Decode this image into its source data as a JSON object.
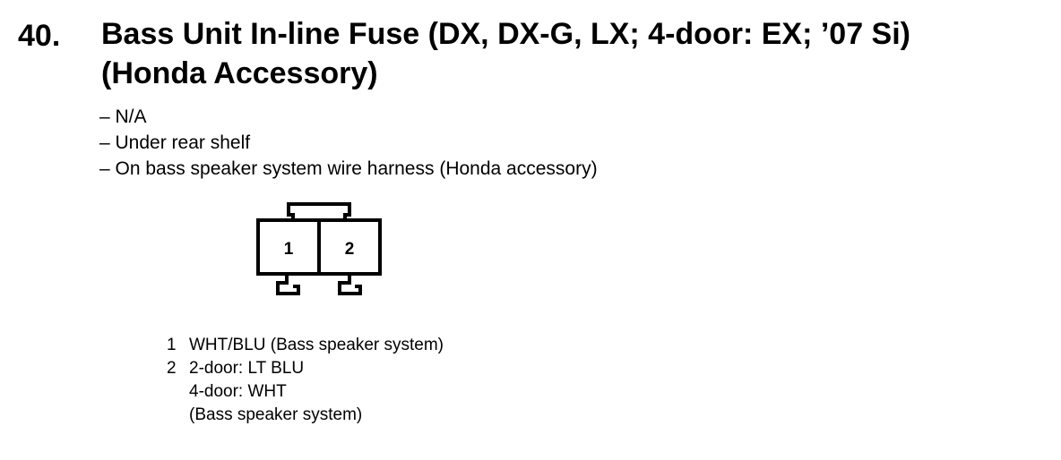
{
  "section": {
    "number": "40.",
    "title_lines": [
      "Bass Unit In-line Fuse (DX, DX-G, LX; 4-door: EX; ’07 Si)",
      "(Honda Accessory)"
    ]
  },
  "info": [
    "– N/A",
    "– Under rear shelf",
    "– On bass speaker system wire harness (Honda accessory)"
  ],
  "connector": {
    "cavities": [
      "1",
      "2"
    ]
  },
  "pins": [
    {
      "number": "1",
      "lines": [
        "WHT/BLU (Bass speaker system)"
      ]
    },
    {
      "number": "2",
      "lines": [
        "2-door: LT BLU",
        "4-door: WHT",
        "(Bass speaker system)"
      ]
    }
  ]
}
